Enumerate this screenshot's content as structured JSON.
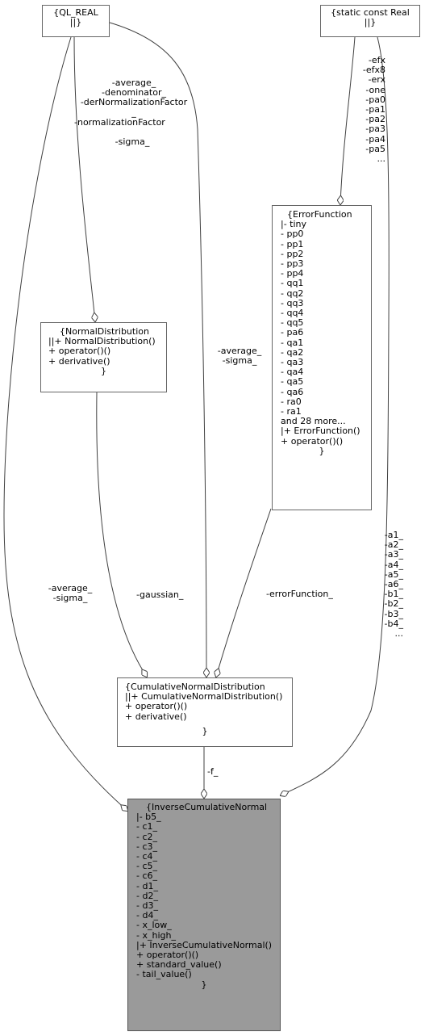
{
  "nodes": {
    "ql_real": {
      "title": "{QL_REAL",
      "lines": [
        "||}"
      ]
    },
    "static_real": {
      "title": "{static const Real",
      "lines": [
        "||}"
      ]
    },
    "normal_distribution": {
      "title": "{NormalDistribution",
      "lines": [
        "||+ NormalDistribution()",
        "+ operator()()",
        "+ derivative()"
      ],
      "closing": "}"
    },
    "error_function": {
      "title": "{ErrorFunction",
      "lines": [
        "|- tiny",
        "- pp0",
        "- pp1",
        "- pp2",
        "- pp3",
        "- pp4",
        "- qq1",
        "- qq2",
        "- qq3",
        "- qq4",
        "- qq5",
        "- pa6",
        "- qa1",
        "- qa2",
        "- qa3",
        "- qa4",
        "- qa5",
        "- qa6",
        "- ra0",
        "- ra1",
        "and 28 more...",
        "|+ ErrorFunction()",
        "+ operator()()"
      ],
      "closing": "}"
    },
    "cumulative_normal": {
      "title": "{CumulativeNormalDistribution",
      "lines": [
        "||+ CumulativeNormalDistribution()",
        "+ operator()()",
        "+ derivative()"
      ],
      "closing": "}"
    },
    "inverse_cumulative": {
      "title": "{InverseCumulativeNormal",
      "lines": [
        "|- b5_",
        "- c1_",
        "- c2_",
        "- c3_",
        "- c4_",
        "- c5_",
        "- c6_",
        "- d1_",
        "- d2_",
        "- d3_",
        "- d4_",
        "- x_low_",
        "- x_high_",
        "|+ InverseCumulativeNormal()",
        "+ operator()()",
        "+ standard_value()",
        "- tail_value()"
      ],
      "closing": "}"
    }
  },
  "edge_labels": {
    "ql_to_normal": [
      "-average_",
      "-denominator_",
      "-derNormalizationFactor",
      "_",
      "-normalizationFactor",
      "",
      "-sigma_"
    ],
    "ql_to_cumulative": [
      "-average_",
      "-sigma_"
    ],
    "ql_to_inverse": [
      "-average_",
      "-sigma_"
    ],
    "static_to_error": [
      "-efx",
      "-efx8",
      "-erx",
      "-one",
      "-pa0",
      "-pa1",
      "-pa2",
      "-pa3",
      "-pa4",
      "-pa5",
      "..."
    ],
    "static_to_inverse": [
      "-a1_",
      "-a2_",
      "-a3_",
      "-a4_",
      "-a5_",
      "-a6_",
      "-b1_",
      "-b2_",
      "-b3_",
      "-b4_",
      "..."
    ],
    "normal_to_cumulative": [
      "-gaussian_"
    ],
    "error_to_cumulative": [
      "-errorFunction_"
    ],
    "cumulative_to_inverse": [
      "-f_"
    ]
  },
  "colors": {
    "box_border": "#666666",
    "highlight_fill": "#9a9a9a",
    "edge": "#404040"
  }
}
